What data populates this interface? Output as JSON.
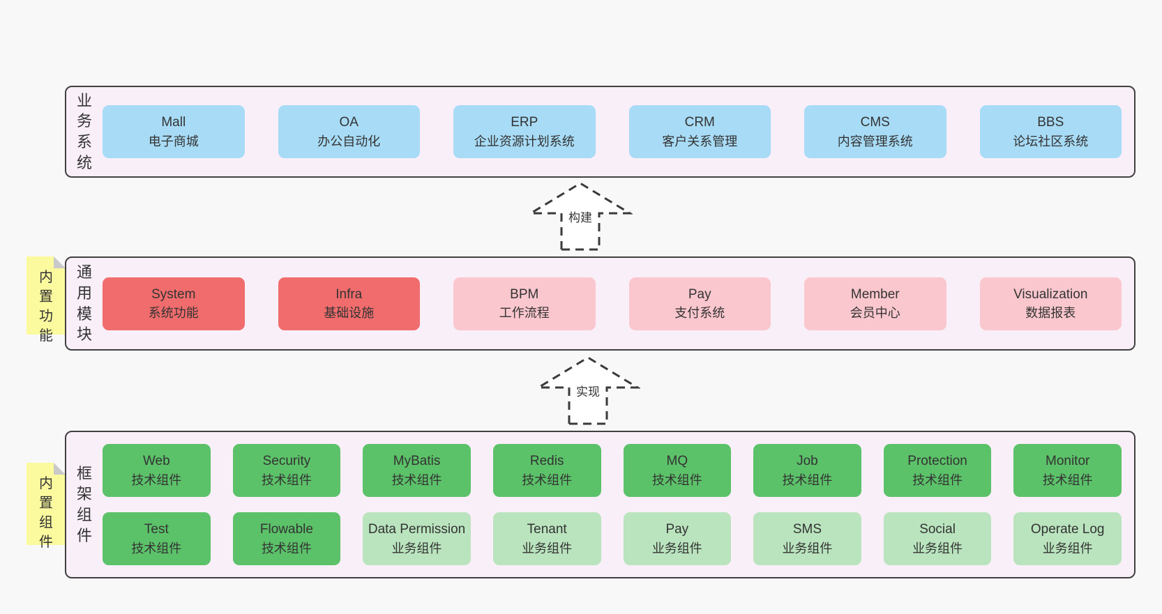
{
  "colors": {
    "page_bg": "#f8f8f8",
    "layer_bg": "#f9eff9",
    "layer_border": "#404040",
    "business_box": "#a8dcf6",
    "core_module_box": "#f16c6c",
    "optional_module_box": "#fbc7ce",
    "tech_component_box": "#5cc269",
    "biz_component_box": "#b9e4bd",
    "sticky_note": "#fbfa9e",
    "sticky_fold": "#c9c9c9",
    "arrow_stroke": "#3a3a3a",
    "text": "#333333"
  },
  "layers": [
    {
      "label": "业务系统",
      "boxes": [
        {
          "en": "Mall",
          "zh": "电子商城"
        },
        {
          "en": "OA",
          "zh": "办公自动化"
        },
        {
          "en": "ERP",
          "zh": "企业资源计划系统"
        },
        {
          "en": "CRM",
          "zh": "客户关系管理"
        },
        {
          "en": "CMS",
          "zh": "内容管理系统"
        },
        {
          "en": "BBS",
          "zh": "论坛社区系统"
        }
      ]
    },
    {
      "label": "通用模块",
      "sticky": "内置功能",
      "boxes": [
        {
          "en": "System",
          "zh": "系统功能"
        },
        {
          "en": "Infra",
          "zh": "基础设施"
        },
        {
          "en": "BPM",
          "zh": "工作流程"
        },
        {
          "en": "Pay",
          "zh": "支付系统"
        },
        {
          "en": "Member",
          "zh": "会员中心"
        },
        {
          "en": "Visualization",
          "zh": "数据报表"
        }
      ]
    },
    {
      "label": "框架组件",
      "sticky": "内置组件",
      "rows": [
        [
          {
            "en": "Web",
            "zh": "技术组件"
          },
          {
            "en": "Security",
            "zh": "技术组件"
          },
          {
            "en": "MyBatis",
            "zh": "技术组件"
          },
          {
            "en": "Redis",
            "zh": "技术组件"
          },
          {
            "en": "MQ",
            "zh": "技术组件"
          },
          {
            "en": "Job",
            "zh": "技术组件"
          },
          {
            "en": "Protection",
            "zh": "技术组件"
          },
          {
            "en": "Monitor",
            "zh": "技术组件"
          }
        ],
        [
          {
            "en": "Test",
            "zh": "技术组件"
          },
          {
            "en": "Flowable",
            "zh": "技术组件"
          },
          {
            "en": "Data Permission",
            "zh": "业务组件"
          },
          {
            "en": "Tenant",
            "zh": "业务组件"
          },
          {
            "en": "Pay",
            "zh": "业务组件"
          },
          {
            "en": "SMS",
            "zh": "业务组件"
          },
          {
            "en": "Social",
            "zh": "业务组件"
          },
          {
            "en": "Operate Log",
            "zh": "业务组件"
          }
        ]
      ]
    }
  ],
  "arrows": [
    {
      "label": "构建"
    },
    {
      "label": "实现"
    }
  ]
}
